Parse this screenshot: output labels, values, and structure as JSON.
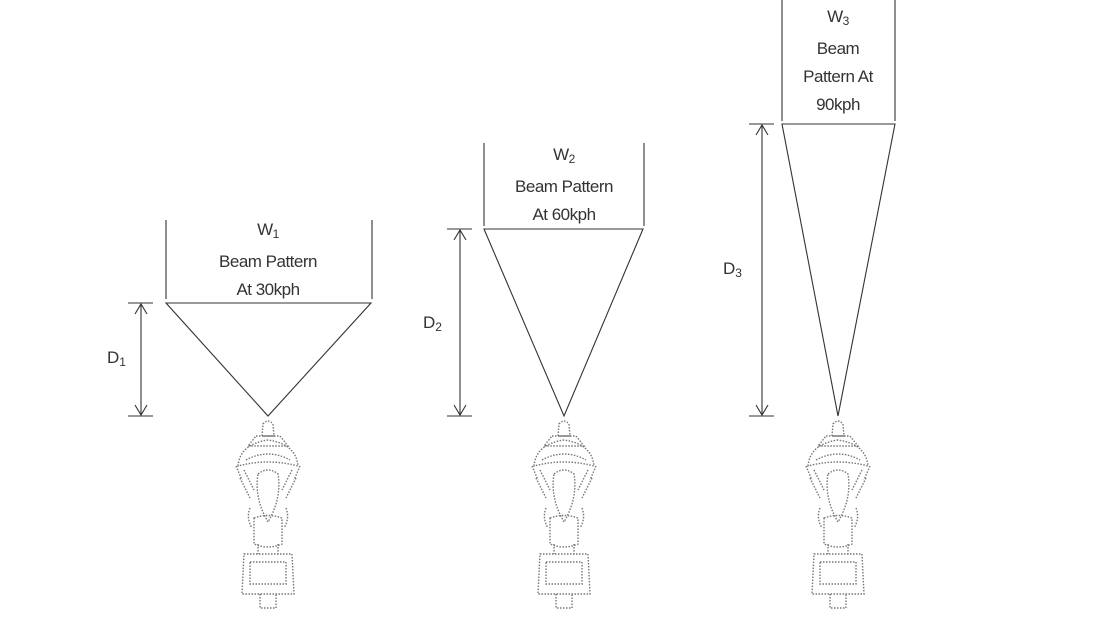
{
  "figures": [
    {
      "width_symbol": "W",
      "width_index": "1",
      "lines": [
        "Beam Pattern",
        "At 30kph"
      ],
      "distance_symbol": "D",
      "distance_index": "1"
    },
    {
      "width_symbol": "W",
      "width_index": "2",
      "lines": [
        "Beam Pattern",
        "At 60kph"
      ],
      "distance_symbol": "D",
      "distance_index": "2"
    },
    {
      "width_symbol": "W",
      "width_index": "3",
      "lines": [
        "Beam",
        "Pattern At",
        "90kph"
      ],
      "distance_symbol": "D",
      "distance_index": "3"
    }
  ]
}
